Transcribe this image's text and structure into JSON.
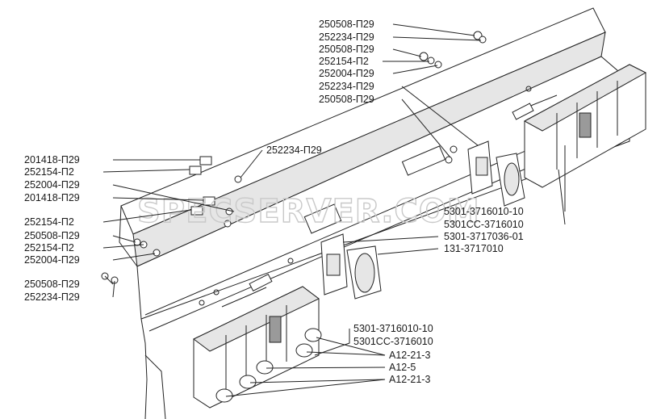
{
  "watermark": "SPECSERVER.COM",
  "labels": {
    "l01": "250508-П29",
    "l02": "252234-П29",
    "l03": "250508-П29",
    "l04": "252154-П2",
    "l05": "252004-П29",
    "l06": "252234-П29",
    "l07": "250508-П29",
    "l08": "252234-П29",
    "l09": "201418-П29",
    "l10": "252154-П2",
    "l11": "252004-П29",
    "l12": "201418-П29",
    "l13": "252154-П2",
    "l14": "250508-П29",
    "l15": "252154-П2",
    "l16": "252004-П29",
    "l17": "250508-П29",
    "l18": "252234-П29",
    "l19": "5301-3716010-10",
    "l20": "5301СС-3716010",
    "l21": "5301-3717036-01",
    "l22": "131-3717010",
    "l23": "5301-3716010-10",
    "l24": "5301СС-3716010",
    "l25": "А12-21-3",
    "l26": "А12-5",
    "l27": "А12-21-3"
  }
}
